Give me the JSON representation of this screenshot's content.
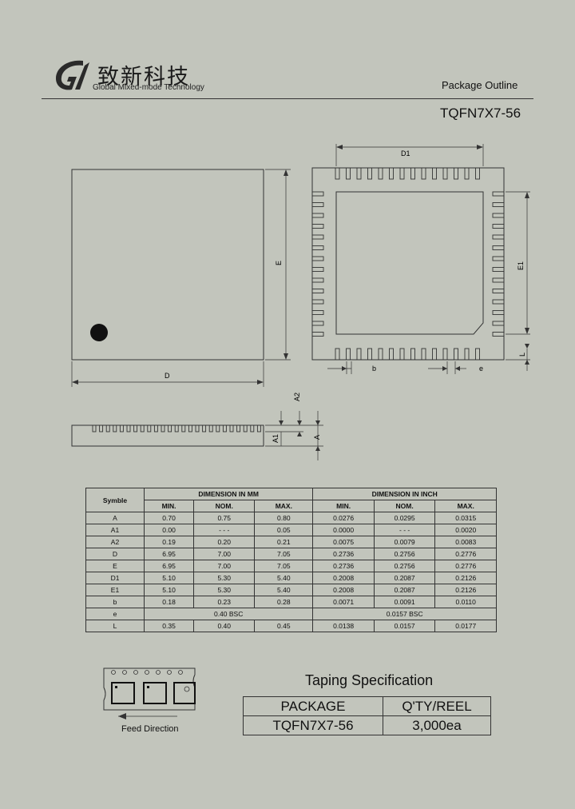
{
  "header": {
    "logo_cn": "致新科技",
    "logo_en": "Global Mixed-mode Technology",
    "title": "Package Outline",
    "package_name": "TQFN7X7-56"
  },
  "drawing_labels": {
    "top_d": "D",
    "top_e": "E",
    "bottom_d1": "D1",
    "bottom_e1": "E1",
    "bottom_b": "b",
    "bottom_e": "e",
    "bottom_l": "L",
    "side_a": "A",
    "side_a1": "A1",
    "side_a2": "A2"
  },
  "dim_table": {
    "symbol_header": "Symble",
    "mm_header": "DIMENSION IN MM",
    "inch_header": "DIMENSION IN INCH",
    "sub_headers": [
      "MIN.",
      "NOM.",
      "MAX.",
      "MIN.",
      "NOM.",
      "MAX."
    ],
    "rows": [
      {
        "sym": "A",
        "v": [
          "0.70",
          "0.75",
          "0.80",
          "0.0276",
          "0.0295",
          "0.0315"
        ]
      },
      {
        "sym": "A1",
        "v": [
          "0.00",
          "- - -",
          "0.05",
          "0.0000",
          "- - -",
          "0.0020"
        ]
      },
      {
        "sym": "A2",
        "v": [
          "0.19",
          "0.20",
          "0.21",
          "0.0075",
          "0.0079",
          "0.0083"
        ]
      },
      {
        "sym": "D",
        "v": [
          "6.95",
          "7.00",
          "7.05",
          "0.2736",
          "0.2756",
          "0.2776"
        ]
      },
      {
        "sym": "E",
        "v": [
          "6.95",
          "7.00",
          "7.05",
          "0.2736",
          "0.2756",
          "0.2776"
        ]
      },
      {
        "sym": "D1",
        "v": [
          "5.10",
          "5.30",
          "5.40",
          "0.2008",
          "0.2087",
          "0.2126"
        ]
      },
      {
        "sym": "E1",
        "v": [
          "5.10",
          "5.30",
          "5.40",
          "0.2008",
          "0.2087",
          "0.2126"
        ]
      },
      {
        "sym": "b",
        "v": [
          "0.18",
          "0.23",
          "0.28",
          "0.0071",
          "0.0091",
          "0.0110"
        ]
      },
      {
        "sym": "L",
        "v": [
          "0.35",
          "0.40",
          "0.45",
          "0.0138",
          "0.0157",
          "0.0177"
        ]
      }
    ],
    "e_row": {
      "sym": "e",
      "mm": "0.40 BSC",
      "inch": "0.0157 BSC"
    }
  },
  "taping": {
    "title": "Taping Specification",
    "col_package": "PACKAGE",
    "col_qty": "Q'TY/REEL",
    "package": "TQFN7X7-56",
    "qty": "3,000ea",
    "feed_direction": "Feed Direction"
  }
}
